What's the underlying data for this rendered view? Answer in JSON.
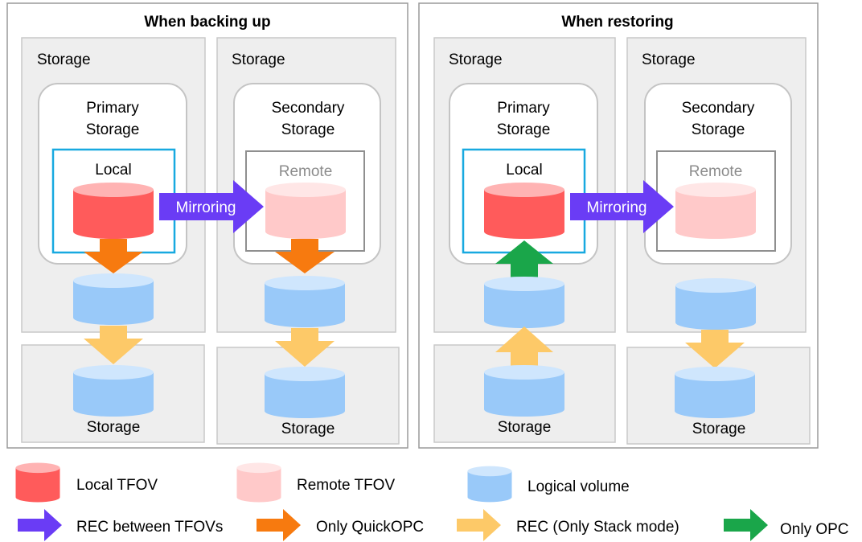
{
  "panels": {
    "backup": {
      "title": "When backing up",
      "left_storage": "Storage",
      "right_storage": "Storage",
      "primary": "Primary",
      "primary_storage": "Storage",
      "secondary": "Secondary",
      "secondary_storage": "Storage",
      "local": "Local",
      "remote": "Remote",
      "mirroring": "Mirroring",
      "bottom_left": "Storage",
      "bottom_right": "Storage"
    },
    "restore": {
      "title": "When restoring",
      "left_storage": "Storage",
      "right_storage": "Storage",
      "primary": "Primary",
      "primary_storage": "Storage",
      "secondary": "Secondary",
      "secondary_storage": "Storage",
      "local": "Local",
      "remote": "Remote",
      "mirroring": "Mirroring",
      "bottom_left": "Storage",
      "bottom_right": "Storage"
    }
  },
  "legend": {
    "local_tfov": "Local TFOV",
    "remote_tfov": "Remote TFOV",
    "logical_volume": "Logical volume",
    "rec_between": "REC between TFOVs",
    "only_quickopc": "Only QuickOPC",
    "rec_stack": "REC (Only Stack mode)",
    "only_opc": "Only OPC"
  },
  "colors": {
    "local_tfov": "#ff5b5b",
    "remote_tfov": "#ffc7c7",
    "logical_volume": "#99c9f9",
    "rec_arrow": "#6a3cf5",
    "quickopc_arrow": "#f77a0f",
    "stack_arrow": "#fdc968",
    "opc_arrow": "#1aa64a",
    "local_box": "#18a9e0"
  }
}
